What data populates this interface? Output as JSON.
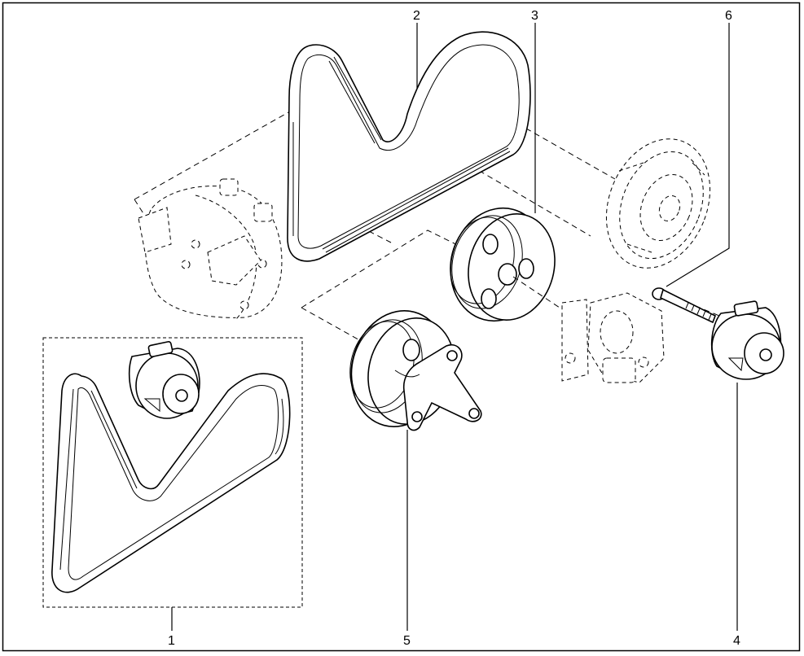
{
  "diagram": {
    "callouts": {
      "c1": "1",
      "c2": "2",
      "c3": "3",
      "c4": "4",
      "c5": "5",
      "c6": "6"
    },
    "colors": {
      "line": "#000000",
      "background": "#ffffff"
    }
  }
}
